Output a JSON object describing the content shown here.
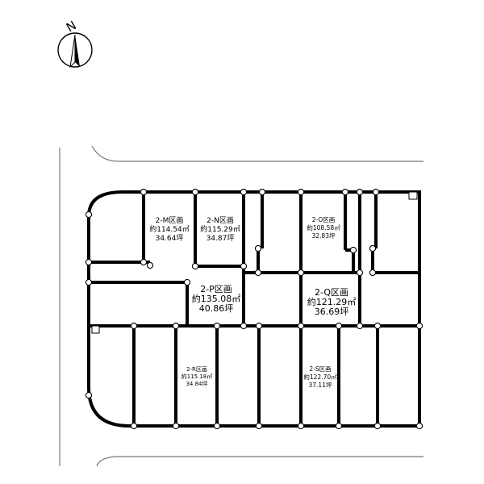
{
  "compass": {
    "label": "N",
    "icon": "north-arrow-icon"
  },
  "lots": [
    {
      "id": "m",
      "name": "2-M区画",
      "area_m2": "約114.54㎡",
      "area_tsubo": "34.64坪"
    },
    {
      "id": "n",
      "name": "2-N区画",
      "area_m2": "約115.29㎡",
      "area_tsubo": "34.87坪"
    },
    {
      "id": "o",
      "name": "2-O区画",
      "area_m2": "約108.58㎡",
      "area_tsubo": "32.83坪"
    },
    {
      "id": "p",
      "name": "2-P区画",
      "area_m2": "約135.08㎡",
      "area_tsubo": "40.86坪"
    },
    {
      "id": "q",
      "name": "2-Q区画",
      "area_m2": "約121.29㎡",
      "area_tsubo": "36.69坪"
    },
    {
      "id": "r",
      "name": "2-R区画",
      "area_m2": "約115.18㎡",
      "area_tsubo": "34.84坪"
    },
    {
      "id": "s",
      "name": "2-S区画",
      "area_m2": "約122.70㎡",
      "area_tsubo": "37.11坪"
    }
  ]
}
